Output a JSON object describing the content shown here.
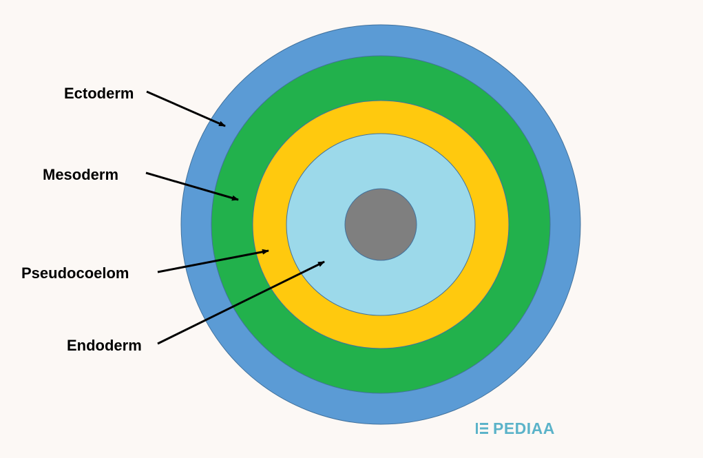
{
  "layers": [
    {
      "name": "Ectoderm",
      "color": "#5b9bd5"
    },
    {
      "name": "Mesoderm",
      "color": "#22b14c"
    },
    {
      "name": "Pseudocoelom",
      "color": "#ffc90e"
    },
    {
      "name": "Endoderm",
      "color": "#9cd9ea"
    }
  ],
  "core_color": "#7f7f7f",
  "outline_color": "#41719c",
  "logo": {
    "text": "PEDIAA",
    "color": "#5bb3c9"
  }
}
